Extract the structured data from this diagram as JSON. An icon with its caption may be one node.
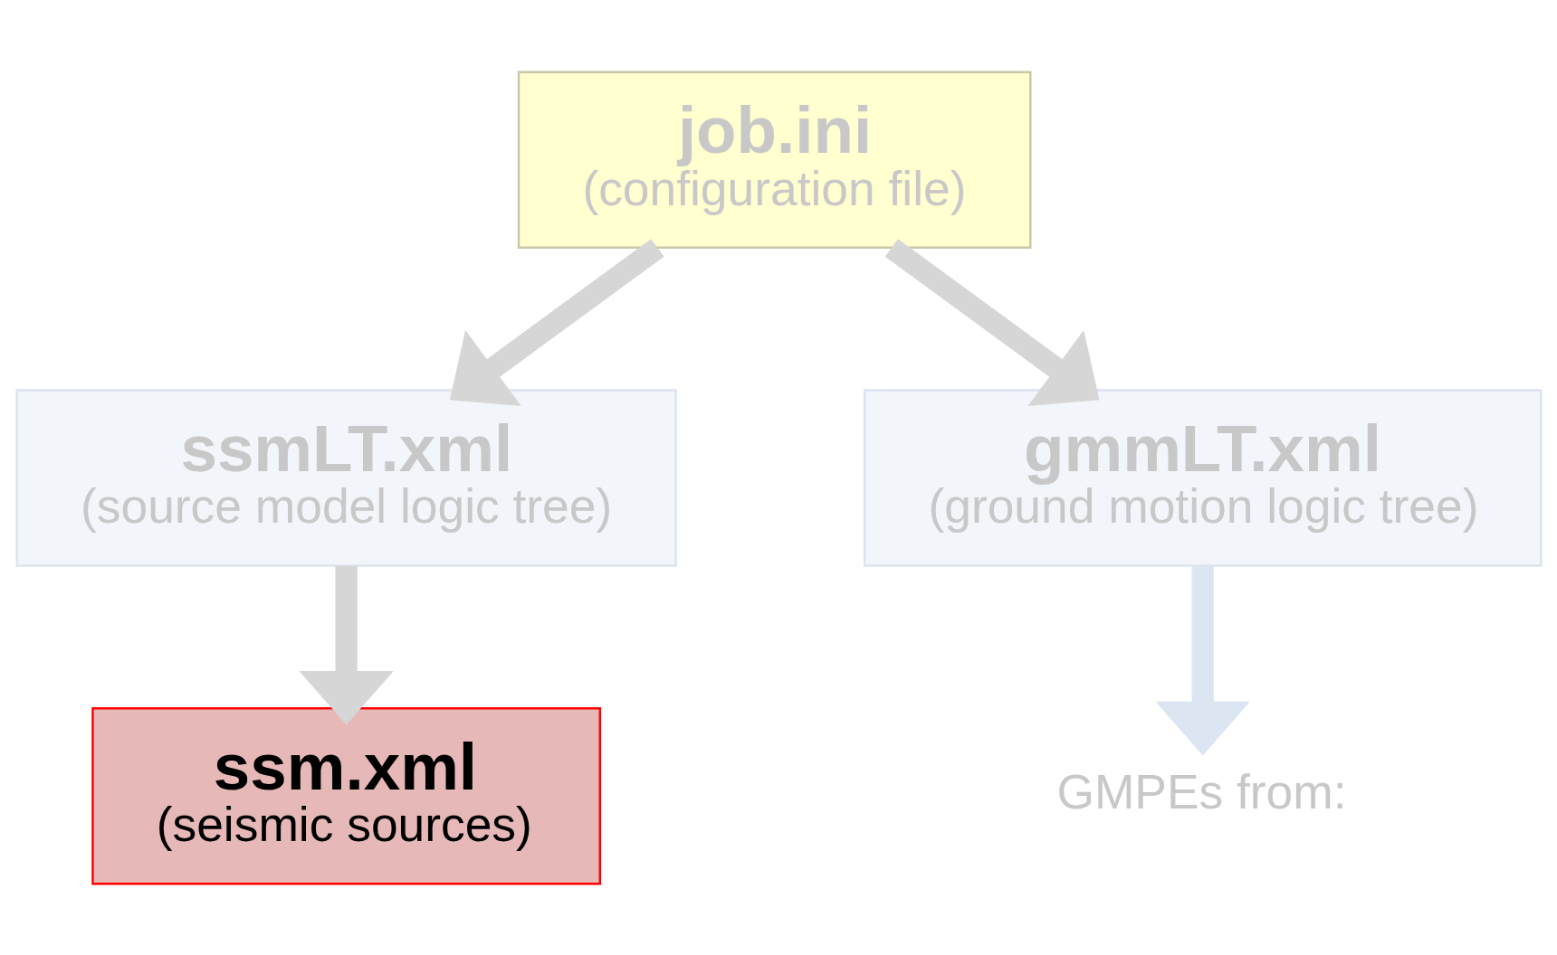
{
  "diagram": {
    "nodes": [
      {
        "text": [
          "job.ini",
          "(configuration file)"
        ]
      },
      {
        "text": [
          "ssmLT.xml",
          "(source model logic tree)"
        ]
      },
      {
        "text": [
          "gmmLT.xml",
          "(ground motion logic tree)"
        ]
      },
      {
        "text": [
          "ssm.xml",
          "(seismic sources)"
        ]
      },
      {
        "text": [
          "GMPEs from:"
        ]
      }
    ],
    "edges": [
      {
        "from": 0,
        "to": 1,
        "arrow": "to"
      },
      {
        "from": 0,
        "to": 2,
        "arrow": "to"
      },
      {
        "from": 1,
        "to": 3,
        "arrow": "to"
      },
      {
        "from": 2,
        "to": 4,
        "arrow": "to",
        "color": "#dce6f2"
      }
    ]
  }
}
